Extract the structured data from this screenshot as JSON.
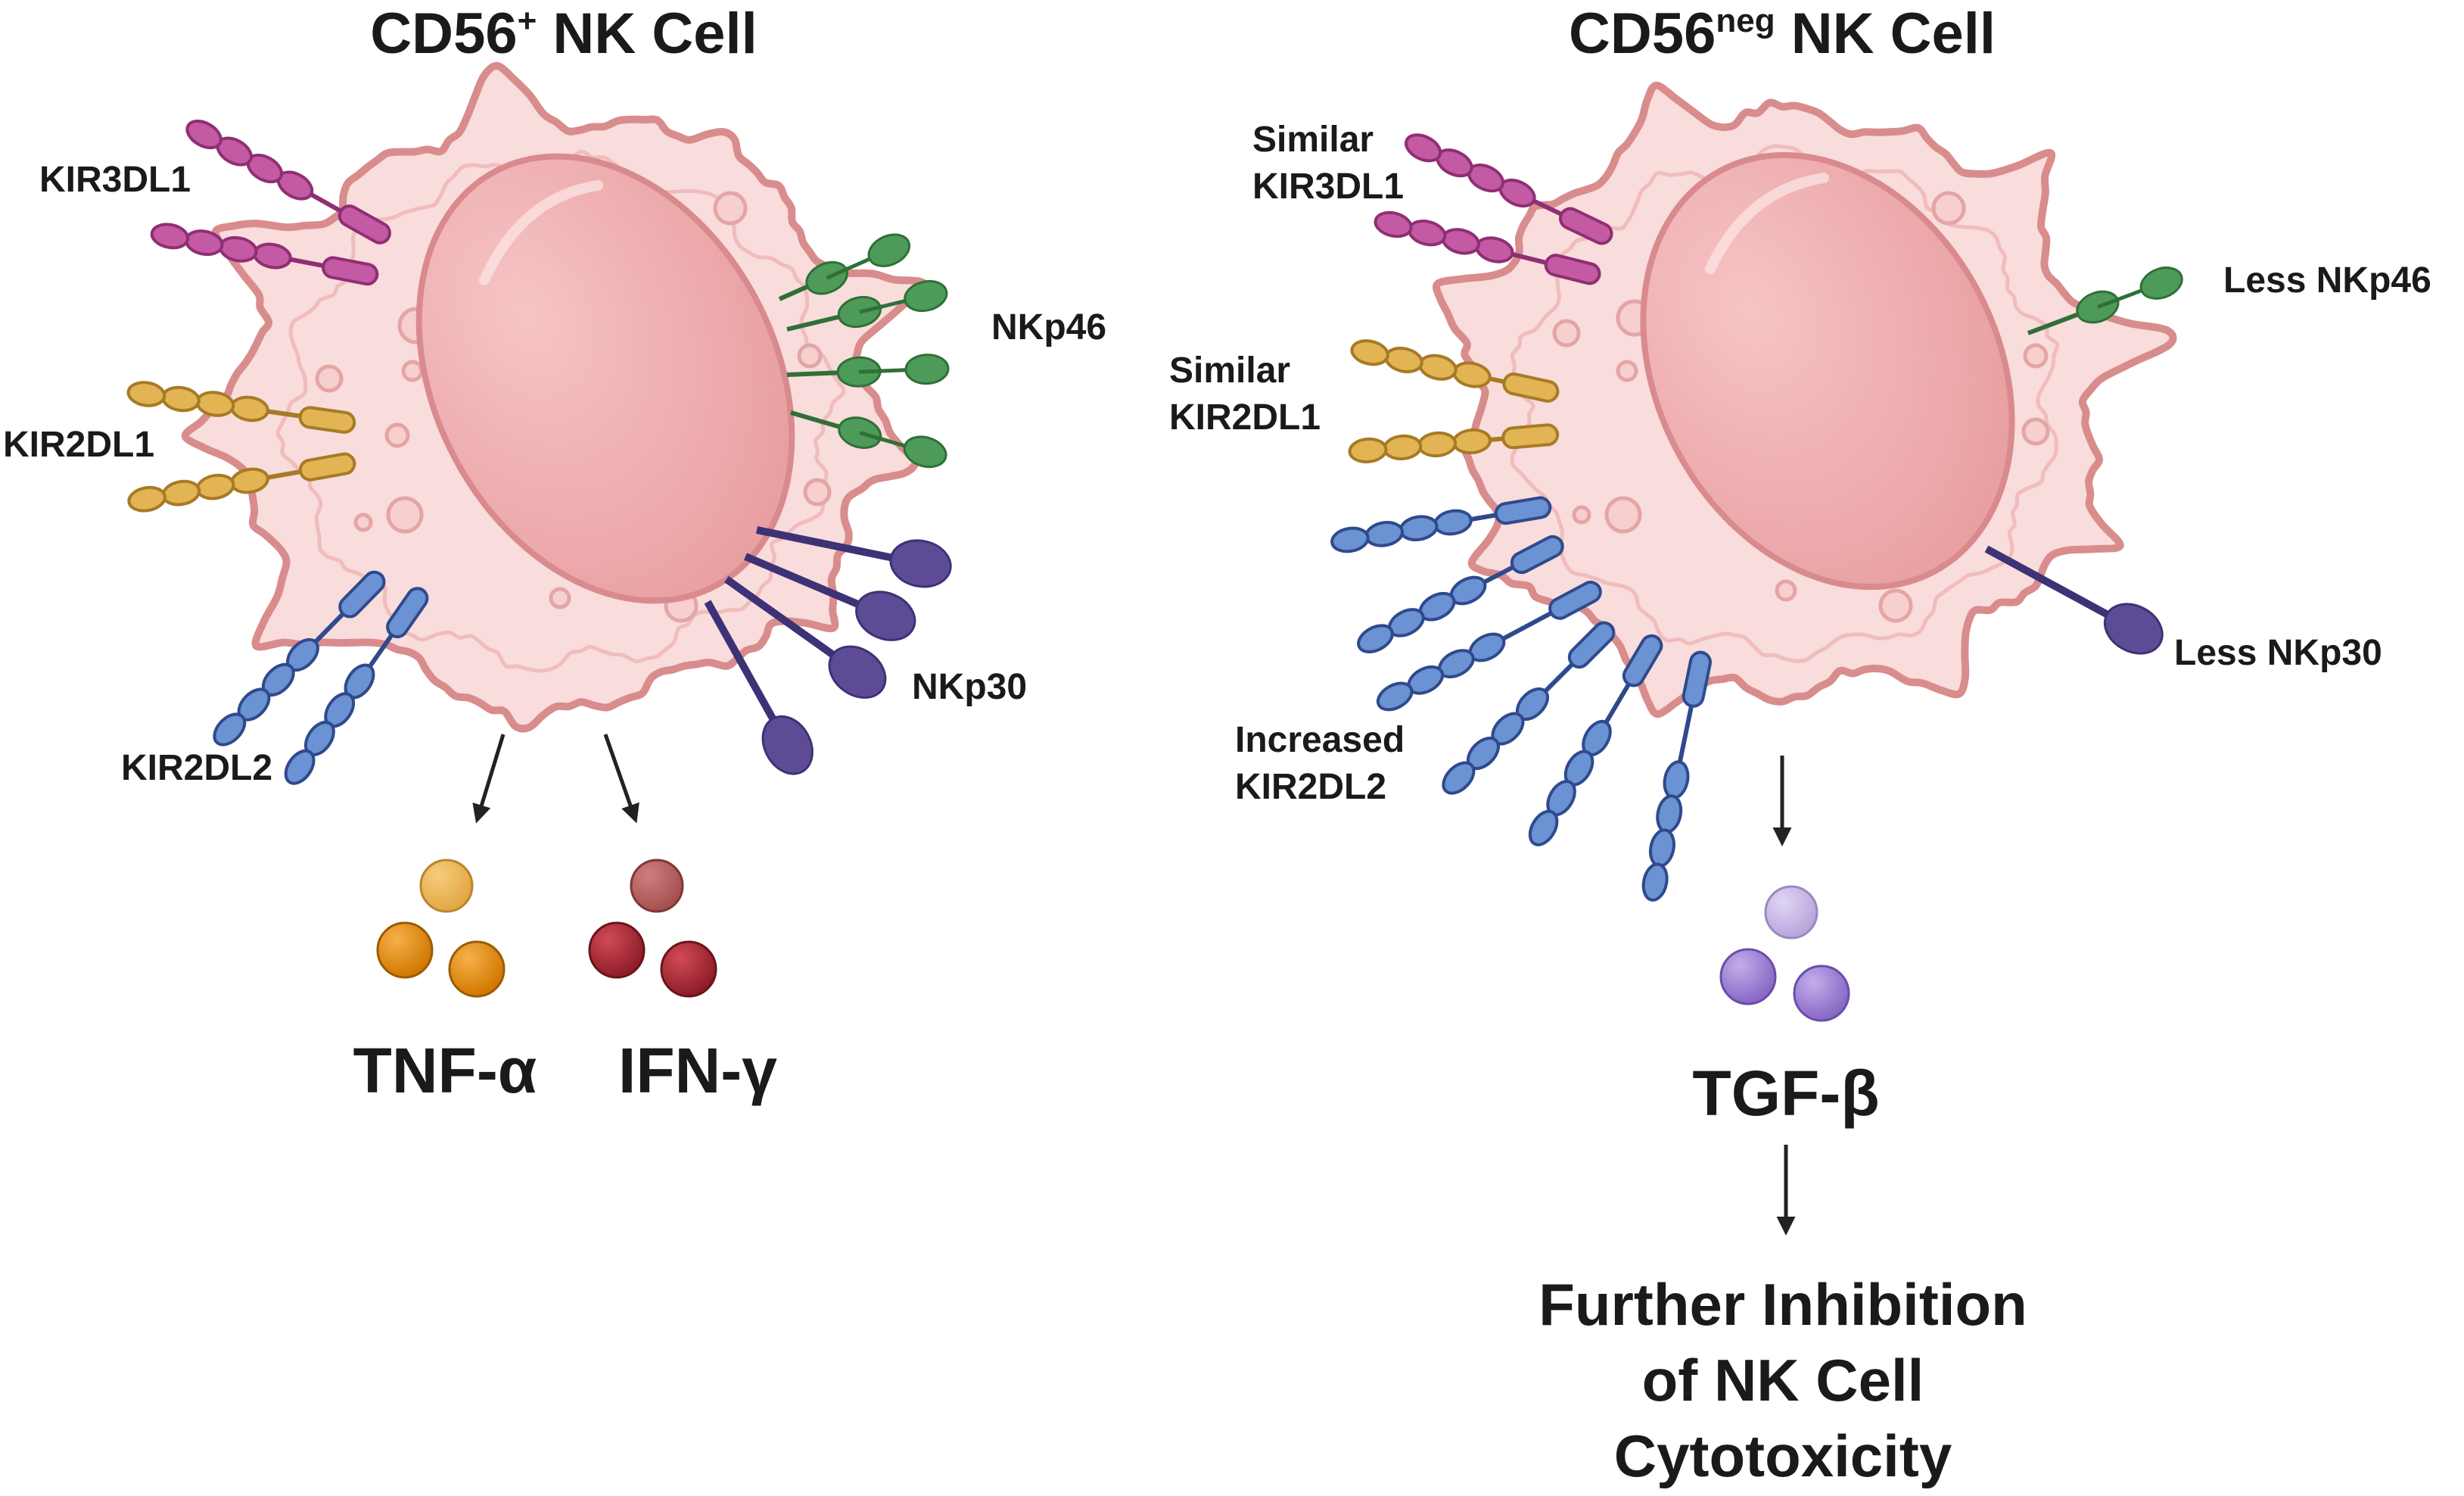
{
  "left_cell": {
    "title": "CD56",
    "title_sup": "+",
    "title_suffix": " NK Cell",
    "receptors": {
      "kir3dl1": "KIR3DL1",
      "kir2dl1": "KIR2DL1",
      "kir2dl2": "KIR2DL2",
      "nkp46": "NKp46",
      "nkp30": "NKp30"
    },
    "cytokines": [
      "TNF-α",
      "IFN-γ"
    ]
  },
  "right_cell": {
    "title": "CD56",
    "title_sup": "neg",
    "title_suffix": " NK Cell",
    "receptors": {
      "kir3dl1": [
        "Similar",
        "KIR3DL1"
      ],
      "kir2dl1": [
        "Similar",
        "KIR2DL1"
      ],
      "kir2dl2": [
        "Increased",
        "KIR2DL2"
      ],
      "nkp46": "Less NKp46",
      "nkp30": "Less NKp30"
    },
    "cytokine": "TGF-β",
    "outcome": [
      "Further Inhibition",
      "of NK Cell",
      "Cytotoxicity"
    ]
  },
  "colors": {
    "cell_fill": "#f9dcdc",
    "cell_edge": "#d98c8c",
    "nucleus": "#eda9ab",
    "kir3dl1": "#c45aa4",
    "kir2dl1": "#e2b454",
    "kir2dl2": "#6b92d2",
    "nkp46": "#4e9a58",
    "nkp30": "#5d4b96",
    "tnf": "#e08a0c",
    "ifn": "#a32632",
    "tgf": "#9b82cc",
    "arrow": "#222222"
  }
}
